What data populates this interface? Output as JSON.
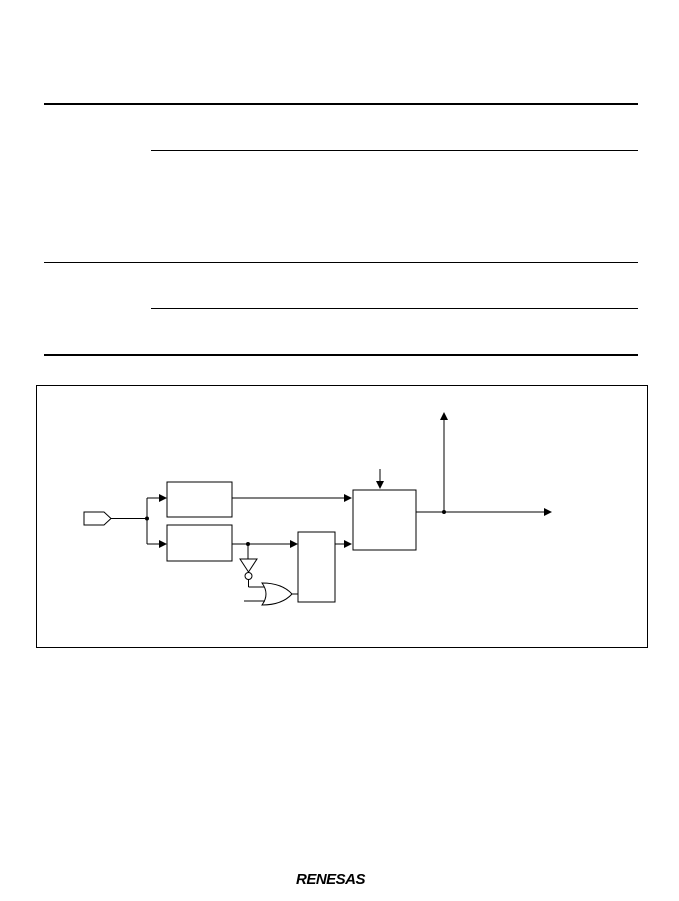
{
  "table": {
    "rows": 2
  },
  "figure": {
    "blocks": [
      "block-upper",
      "block-lower",
      "block-middle",
      "block-right"
    ]
  },
  "footer": {
    "logo_text": "RENESAS"
  }
}
